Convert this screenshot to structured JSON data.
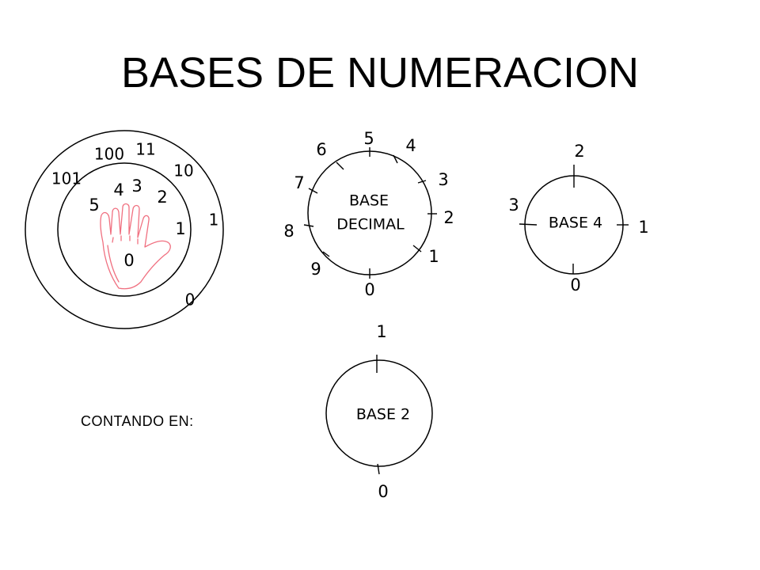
{
  "title": "BASES DE NUMERACION",
  "caption": "CONTANDO EN:",
  "hand_counting": {
    "outer_labels": [
      "0",
      "1",
      "10",
      "11",
      "100",
      "101"
    ],
    "inner_labels": [
      "0",
      "1",
      "2",
      "3",
      "4",
      "5"
    ],
    "hand_color": "#f07080"
  },
  "base_decimal": {
    "label_line1": "BASE",
    "label_line2": "DECIMAL",
    "digits": [
      "0",
      "1",
      "2",
      "3",
      "4",
      "5",
      "6",
      "7",
      "8",
      "9"
    ]
  },
  "base_4": {
    "label": "BASE 4",
    "digits": [
      "0",
      "1",
      "2",
      "3"
    ]
  },
  "base_2": {
    "label": "BASE 2",
    "digits": [
      "0",
      "1"
    ]
  }
}
